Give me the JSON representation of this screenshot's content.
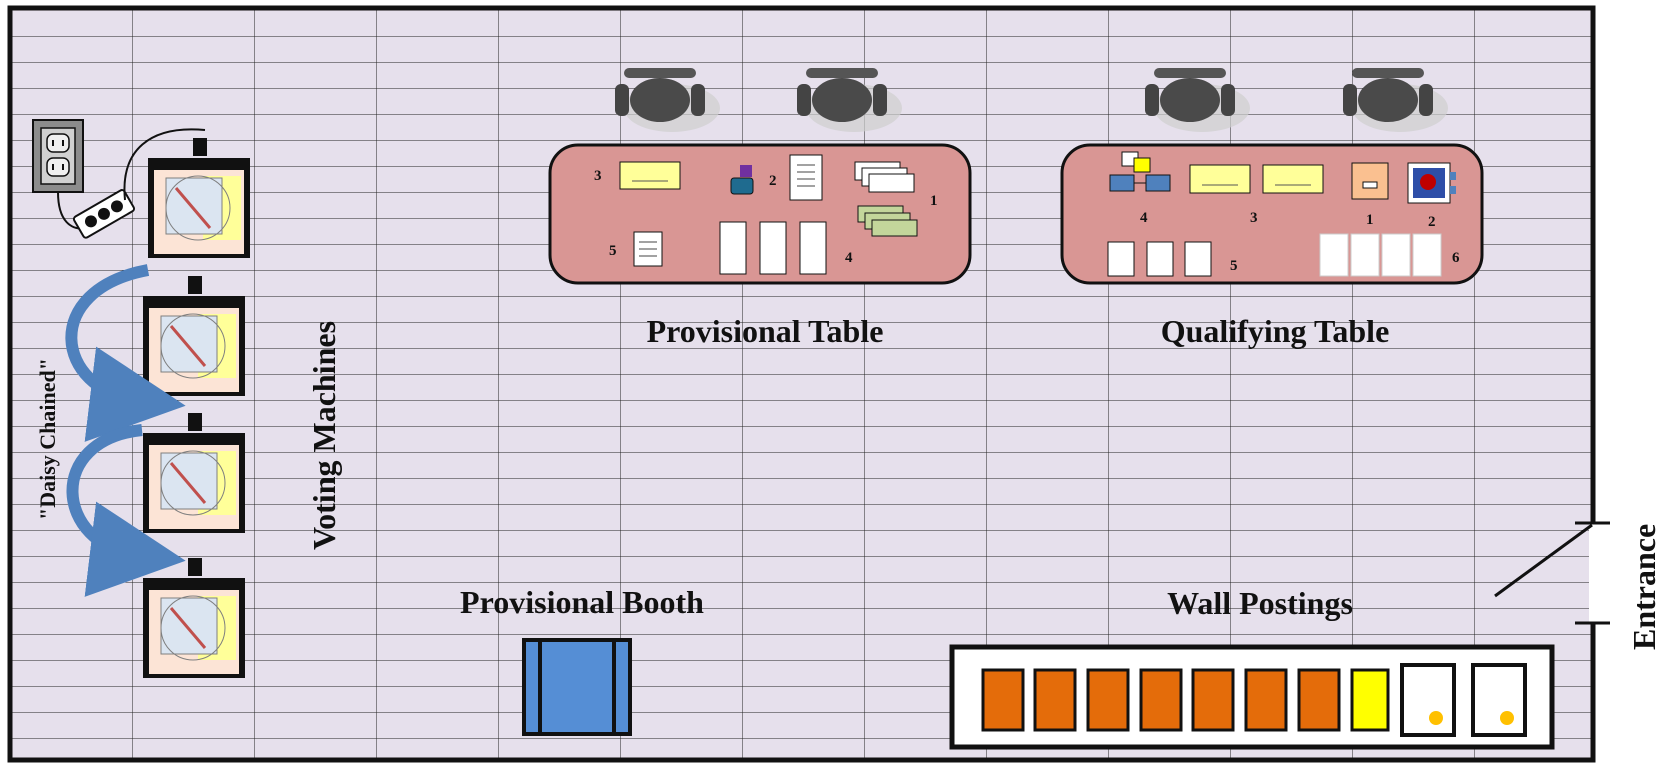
{
  "labels": {
    "provisional_table": "Provisional Table",
    "qualifying_table": "Qualifying Table",
    "voting_machines": "Voting Machines",
    "daisy_chained": "\"Daisy Chained\"",
    "provisional_booth": "Provisional Booth",
    "wall_postings": "Wall Postings",
    "entrance": "Entrance"
  },
  "provisional_table_numbers": [
    "3",
    "2",
    "1",
    "5",
    "4"
  ],
  "qualifying_table_numbers": [
    "4",
    "3",
    "1",
    "2",
    "5",
    "6"
  ],
  "colors": {
    "floor": "#e6e0ec",
    "table": "#d99694",
    "poster_orange": "#e46c0a",
    "poster_yellow": "#ffff00",
    "booth_blue": "#558ed5",
    "arrow_blue": "#4f81bd",
    "note_yellow": "#ffff99",
    "card_green": "#c3d69b"
  },
  "icons": {
    "outlet": "outlet-icon",
    "power_strip": "power-strip-icon",
    "chair": "chair-icon",
    "voting_machine": "voting-machine-icon"
  }
}
